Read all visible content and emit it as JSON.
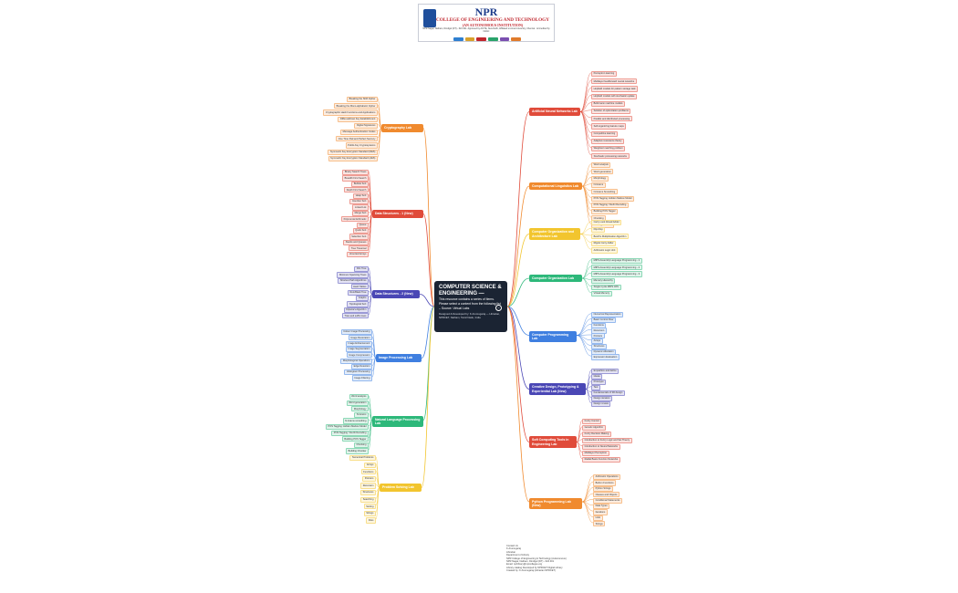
{
  "header": {
    "title": "NPR",
    "line1": "COLLEGE OF ENGINEERING AND TECHNOLOGY",
    "line2": "(AN AUTONOMOUS INSTITUTION)",
    "line3": "NPR Nagar, Natham, Dindigul (DT) - 624 401. Approved by AICTE, New Delhi, Affiliated to Anna University, Chennai · Accredited by NAAC"
  },
  "center": {
    "title": "COMPUTER SCIENCE & ENGINEERING —",
    "subtitle": "This resource contains a series of Items. Please select a content from the following list – Source: Virtual Labs",
    "credit": "Designed & Developed by: K.Arumugaraj — Librarian, NPRCET, Natham, Tamil Nadu, India",
    "icon": "minus-circle-icon"
  },
  "branches": [
    {
      "label": "Artificial Neural Networks Lab",
      "color": "#e04b3a",
      "leafcolor": "#fbe3e1",
      "leaves": [
        "Perceptron learning"
      ]
    }
  ],
  "labels": {
    "ann": "Artificial Neural Networks Lab",
    "cl": "Computational Linguistics Lab",
    "coa": "Computer Organization and Architecture Lab",
    "co": "Computer Organization Lab",
    "cp": "Computer Programming Lab",
    "cd": "Creative Design, Prototyping & Experiential Lab (New)",
    "sc": "Soft Computing Tools in Engineering Lab",
    "py": "Python Programming Lab (New)",
    "crypto": "Cryptography Lab",
    "ds1": "Data Structures - 1 (New)",
    "ds2": "Data Structures - 2 (New)",
    "ip": "Image Processing Lab",
    "nlp": "Natural Language Processing Lab",
    "ps": "Problem Solving Lab"
  },
  "leaves": {
    "ann": [
      "Perceptron learning",
      "Multilayer feedforward neural networks",
      "Hopfield models for pattern storage task",
      "Hopfield models with stochastic update",
      "Boltzmann machine models",
      "Solution of optimization problems",
      "Parallel and distributed processing",
      "Self-organizing feature maps",
      "Competitive learning",
      "Adaptive resonance theory",
      "Weighted matching problem",
      "Stochastic processing networks"
    ],
    "cl": [
      "Word analysis",
      "Word generation",
      "Morphology",
      "N-Grams",
      "N-Grams Smoothing",
      "POS Tagging: Hidden Markov Model",
      "POS Tagging: Viterbi Decoding",
      "Building POS Tagger",
      "Chunking",
      "Building Chunker"
    ],
    "coa": [
      "Carry Look Ahead Adder",
      "Flip-Flop",
      "Booth's Multiplication Algorithm",
      "Ripple Carry Adder",
      "Arithmetic Logic Unit"
    ],
    "co": [
      "MIPS Assembly Language Programming - 1",
      "MIPS Assembly Language Programming - 2",
      "MIPS Assembly Language Programming - 3",
      "Memory Hierarchy",
      "Single Cycle MIPS CPU",
      "Virtual Memory"
    ],
    "cp": [
      "Numerical Representation",
      "Basic Control Flow",
      "Functions",
      "Recursion",
      "Pointers",
      "Arrays",
      "Structures",
      "Dynamic Allocation",
      "Expression Evaluation"
    ],
    "cd": [
      "Empathize and define",
      "Ideate",
      "Prototype",
      "Test",
      "Fundamentals of 3D design",
      "Design iteration",
      "Design review"
    ],
    "sc": [
      "Fuzzy Control",
      "Genetic Algorithm",
      "Fuzzy Decision Making",
      "Introduction to Fuzzy Logic and Set Theory",
      "Introduction to Neural Networks",
      "Multilayer Perceptron",
      "Radial Basis Function Networks"
    ],
    "py": [
      "Arithmetic Operations",
      "Built-in Functions",
      "Python Strings",
      "Classes and Objects",
      "Conditional Statements",
      "Data Types",
      "Iterations",
      "Lists",
      "Strings"
    ],
    "crypto": [
      "Breaking the Shift Cipher",
      "Breaking the Mono-alphabetic Cipher",
      "Cryptographic Hash Functions and Applications",
      "Diffie-Hellman Key Establishment",
      "Digital Signatures",
      "Message Authentication Codes",
      "One Time Pad and Perfect Secrecy",
      "Public-Key Cryptosystems",
      "Symmetric Key Encryption Standard (DES)",
      "Symmetric Key Encryption Standard (AES)"
    ],
    "ds1": [
      "Binary Search Trees",
      "Breadth First Search",
      "Bubble Sort",
      "Depth First Search",
      "Heap Sort",
      "Insertion Sort",
      "Linked List",
      "Merge Sort",
      "Polynomial Arithmetic",
      "Queue",
      "Quick Sort",
      "Selection Sort",
      "Stacks and Queues",
      "Tree Traversal",
      "Unsorted Arrays"
    ],
    "ds2": [
      "AVL Tree",
      "Minimum Spanning Trees",
      "Shortest Path Algorithms",
      "Hash Tables",
      "Red-Black Tree",
      "Graphs",
      "Topological Sort",
      "Dijkstra's Algorithm",
      "Tries and suffix trees"
    ],
    "ip": [
      "Colour Image Processing",
      "Image Restoration",
      "Image Enhancement",
      "Image Segmentation",
      "Image Compression",
      "Morphological Operations",
      "Edge Detection",
      "Histogram Processing",
      "Image Filtering"
    ],
    "nlp": [
      "Word analysis",
      "Word generation",
      "Morphology",
      "N-Grams",
      "N-Grams smoothing",
      "POS Tagging: Hidden Markov Model",
      "POS Tagging: Viterbi Decoding",
      "Building POS Tagger",
      "Chunking",
      "Building Chunker"
    ],
    "ps": [
      "Numerical Problems",
      "Arrays",
      "Functions",
      "Pointers",
      "Recursion",
      "Structures",
      "Searching",
      "Sorting",
      "Strings",
      "Files"
    ]
  },
  "colors": {
    "ann": "#e04b3a",
    "cl": "#f08a2e",
    "coa": "#f2c52e",
    "co": "#2db87a",
    "cp": "#3f7fe0",
    "cd": "#4a47b5",
    "sc": "#e04b3a",
    "py": "#f08a2e",
    "crypto": "#f08a2e",
    "ds1": "#e04b3a",
    "ds2": "#4a47b5",
    "ip": "#3f7fe0",
    "nlp": "#2db87a",
    "ps": "#f2c52e"
  },
  "footer": [
    "Contact Us",
    "K.Arumugaraj",
    "Librarian",
    "Department of Library",
    "NPR College of Engineering & Technology (Autonomous)",
    "NPR Nagar, Natham, Dindigul (DT) - 624 401",
    "Email: nprlibrary@nprcolleges.org",
    "Library catalog Developed by NPRCET Digital Library",
    "Created by: K.Arumugaraj (Librarian NPRCET)"
  ]
}
